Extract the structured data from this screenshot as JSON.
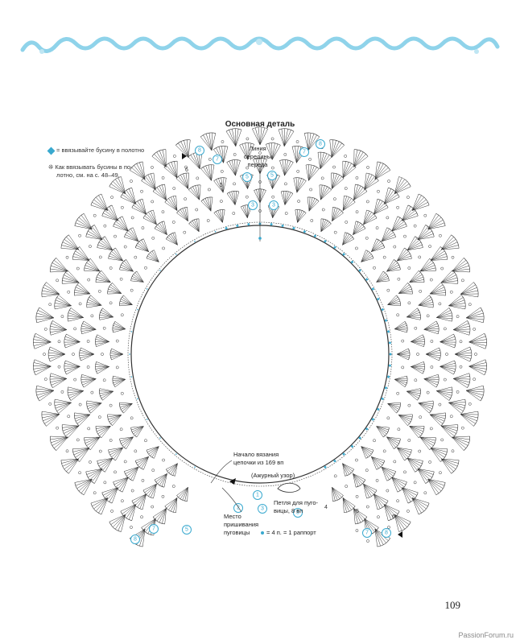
{
  "header": {
    "ornament_color": "#8fd3ea"
  },
  "diagram": {
    "title": "Основная деталь",
    "legend_bead": "= ввязывайте бусину в полотно",
    "legend_note_line1": "Как ввязывать бусины в по-",
    "legend_note_line2": "лотно, см. на с. 48–49.",
    "center_line_label_1": "Линия",
    "center_line_label_2": "середины",
    "center_line_label_3": "переда",
    "start_label_1": "Начало вязания",
    "start_label_2": "цепочки из 169 вп",
    "lace_label": "(Ажурный узор)",
    "loop_label_1": "Петля для пуго-",
    "loop_label_2": "вицы, 8 вп",
    "button_label_1": "Место",
    "button_label_2": "пришивания",
    "button_label_3": "пуговицы",
    "repeat_label": "= 4 п. = 1 раппорт",
    "bead_color": "#39a9cf",
    "line_color": "#333333",
    "row_badges": [
      "8",
      "7",
      "5",
      "3",
      "8",
      "7",
      "5",
      "3",
      "2",
      "1",
      "3",
      "5",
      "7",
      "8",
      "8",
      "7",
      "5"
    ],
    "row_numbers": [
      "6",
      "5",
      "4",
      "5",
      "6"
    ]
  },
  "footer": {
    "page_number": "109",
    "watermark": "PassionForum.ru"
  }
}
